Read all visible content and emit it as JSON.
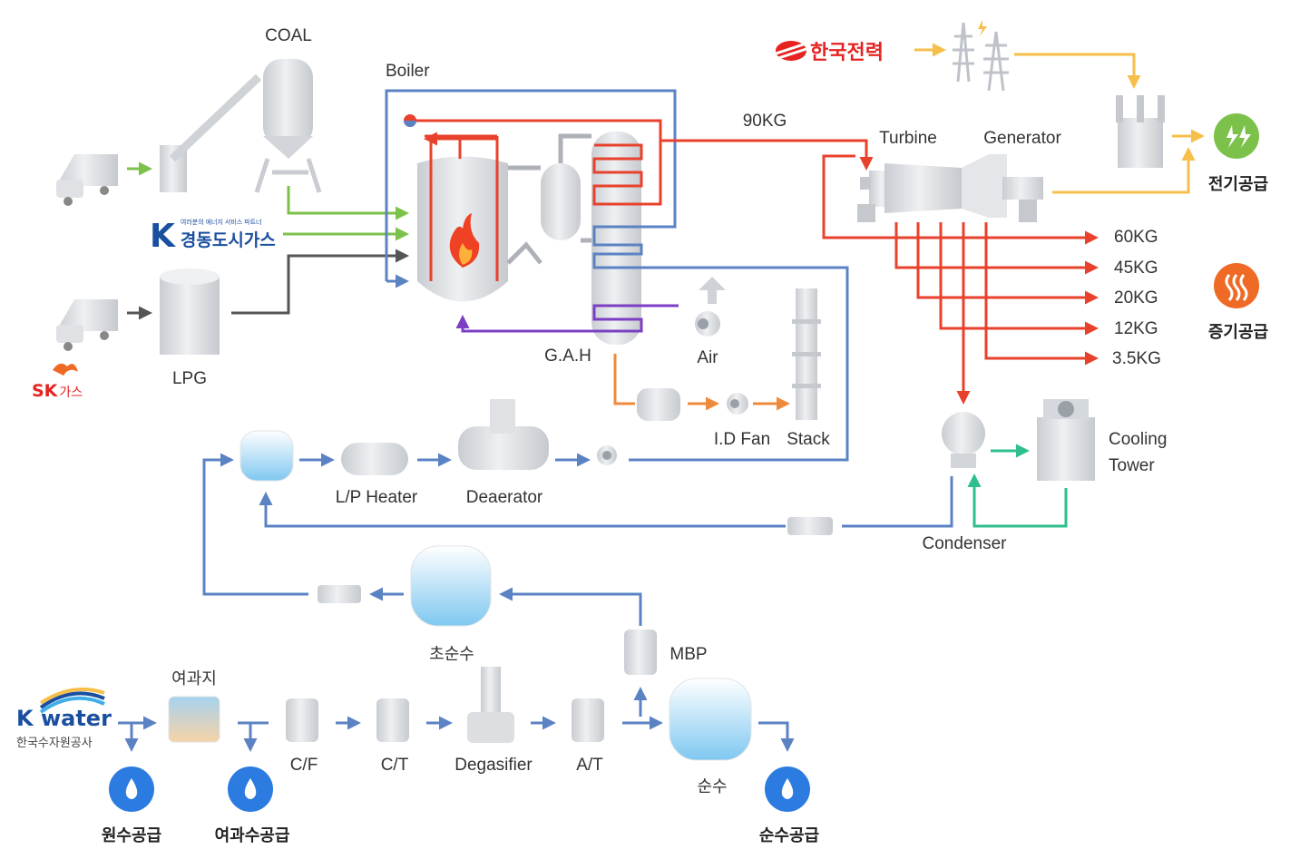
{
  "labels": {
    "coal": "COAL",
    "boiler": "Boiler",
    "lpg": "LPG",
    "gah": "G.A.H",
    "air": "Air",
    "id_fan": "I.D Fan",
    "stack": "Stack",
    "pressure_90": "90KG",
    "turbine": "Turbine",
    "generator": "Generator",
    "lp_heater": "L/P Heater",
    "deaerator": "Deaerator",
    "condenser": "Condenser",
    "cooling_1": "Cooling",
    "cooling_2": "Tower",
    "filter_tank": "여과지",
    "ultra_pure": "초순수",
    "mbp": "MBP",
    "cf": "C/F",
    "ct": "C/T",
    "degasifier": "Degasifier",
    "at": "A/T",
    "pure": "순수"
  },
  "steam_levels": [
    "60KG",
    "45KG",
    "20KG",
    "12KG",
    "3.5KG"
  ],
  "supply": {
    "electricity": "전기공급",
    "steam": "증기공급",
    "raw_water": "원수공급",
    "filtered_water": "여과수공급",
    "pure_water": "순수공급"
  },
  "logos": {
    "kepco": "한국전력",
    "kd_k": "K",
    "kd_tagline": "여러분의 에너지 서비스 파트너",
    "kd_name": "경동도시가스",
    "sk_main": "SK",
    "sk_gas": "가스",
    "kwater_name": "K water",
    "kwater_sub": "한국수자원공사"
  },
  "colors": {
    "steam_red": "#e8412c",
    "water_blue": "#5b83c4",
    "fuel_green": "#7cc24a",
    "power_yellow": "#f6bf4b",
    "cooling_green": "#2fbf8c",
    "air_purple": "#7c3fc4",
    "flue_orange": "#ef8a3c",
    "fuel_gray": "#555555",
    "equipment_gray": "#d9dbde",
    "drop_blue": "#2b7be0"
  }
}
